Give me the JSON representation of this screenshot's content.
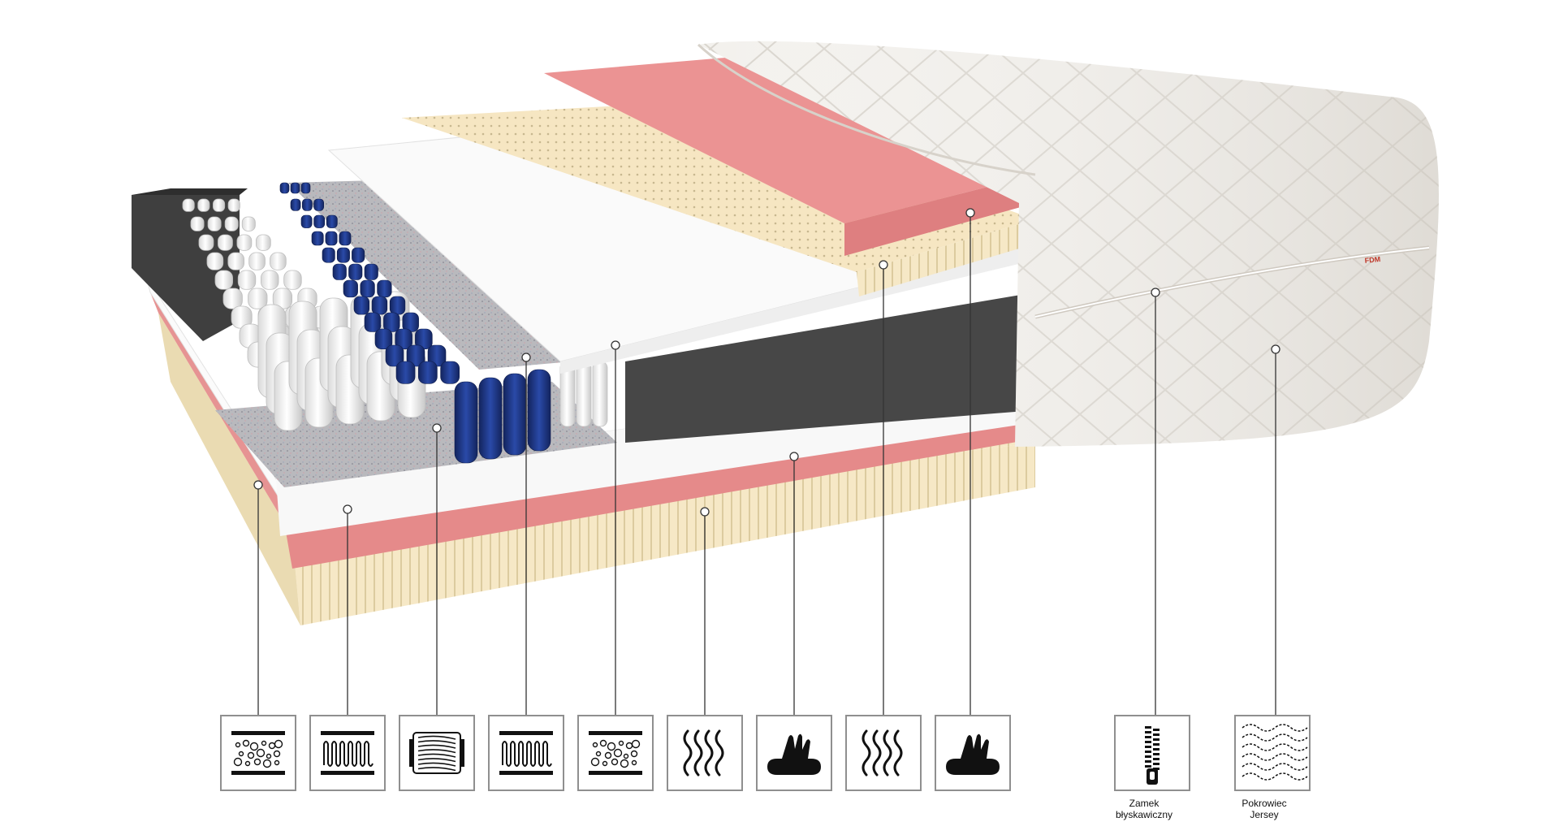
{
  "brand": {
    "tag": "FDM"
  },
  "captions": [
    {
      "id": "zipper",
      "line1": "Zamek",
      "line2": "błyskawiczny"
    },
    {
      "id": "cover",
      "line1": "Pokrowiec",
      "line2": "Jersey"
    }
  ],
  "icons": [
    {
      "id": "foam-bubbles-1",
      "kind": "bubbles"
    },
    {
      "id": "springs-1",
      "kind": "springs"
    },
    {
      "id": "pocket-spring",
      "kind": "coil"
    },
    {
      "id": "springs-2",
      "kind": "springs"
    },
    {
      "id": "foam-bubbles-2",
      "kind": "bubbles"
    },
    {
      "id": "waves-1",
      "kind": "waves"
    },
    {
      "id": "memory-hand-1",
      "kind": "hand"
    },
    {
      "id": "waves-2",
      "kind": "waves"
    },
    {
      "id": "memory-hand-2",
      "kind": "hand"
    },
    {
      "id": "zipper",
      "kind": "zipper"
    },
    {
      "id": "cover",
      "kind": "cover"
    }
  ],
  "colors": {
    "latex": "#f6e8c6",
    "pink": "#e88f8f",
    "dark_foam": "#474747",
    "white_foam": "#f7f7f7",
    "blue_spring": "#1e3a8a",
    "felt": "#b9b9bd",
    "cover": "#f2f0ec",
    "line": "#333333"
  }
}
